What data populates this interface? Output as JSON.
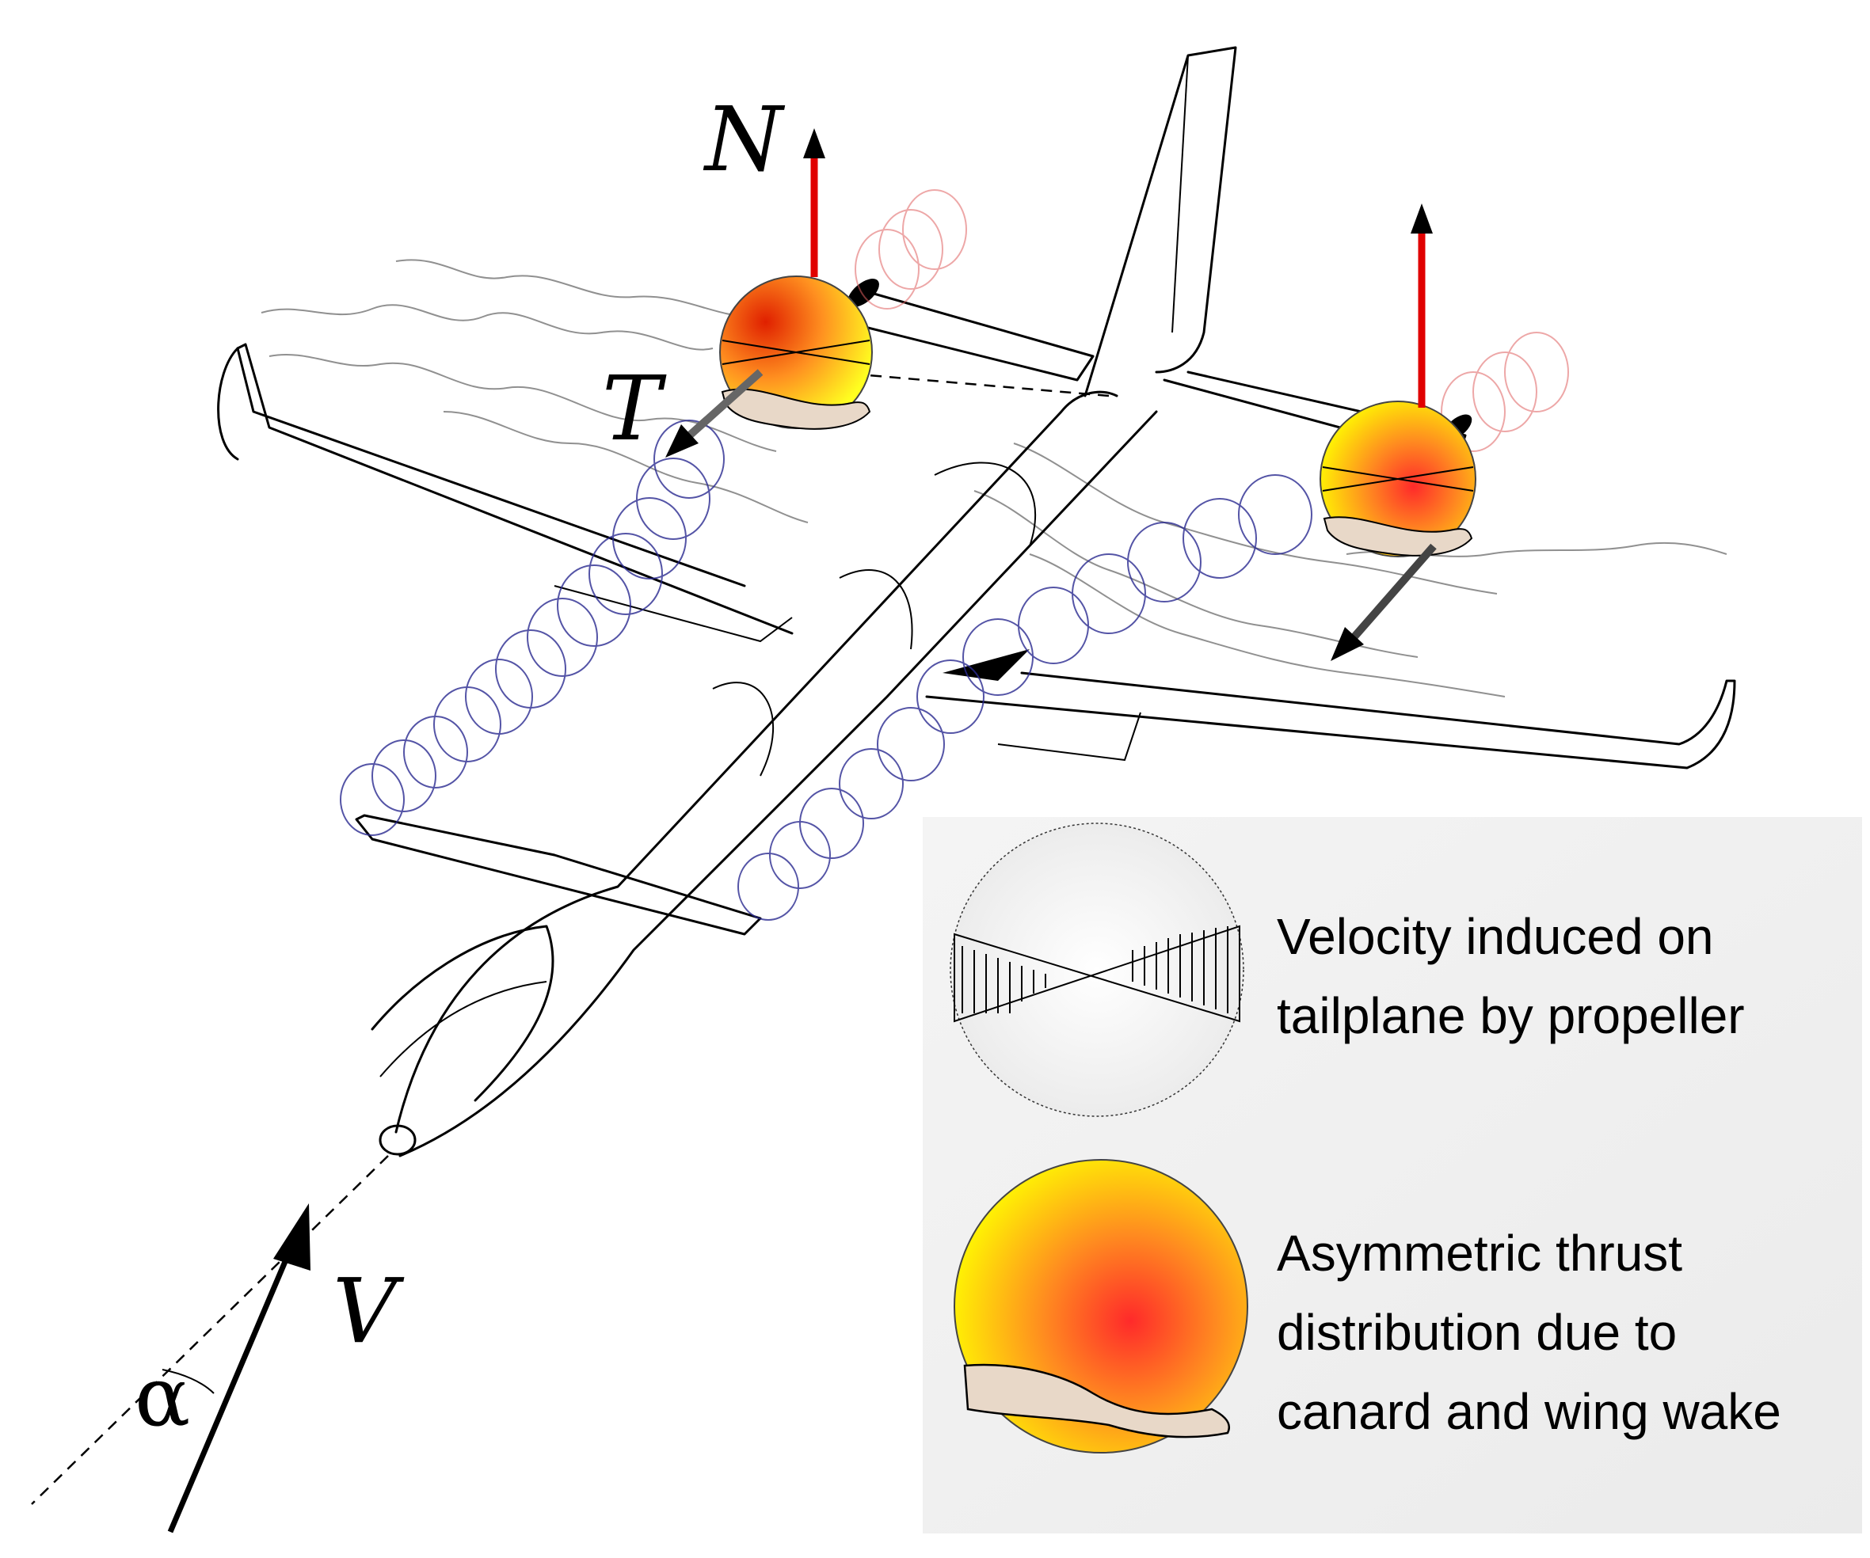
{
  "labels": {
    "normal_force": "N",
    "thrust": "T",
    "velocity": "V",
    "angle_of_attack": "α"
  },
  "legend": {
    "velocity_line1": "Velocity induced on",
    "velocity_line2": "tailplane by propeller",
    "thrust_line1": "Asymmetric thrust",
    "thrust_line2": "distribution due to",
    "thrust_line3": "canard and wing wake"
  },
  "colors": {
    "force_arrow": "#e00000",
    "helix_left": "#2a2a90",
    "helix_right_wake": "#e06060",
    "disc_yellow": "#ffff00",
    "disc_red": "#ff2a2a",
    "legend_bg": "#f0f0f0"
  },
  "icons": {
    "normal_force_arrow": "red-up-arrow",
    "thrust_arrow": "black-diagonal-arrow",
    "velocity_arrow": "black-up-arrow"
  }
}
